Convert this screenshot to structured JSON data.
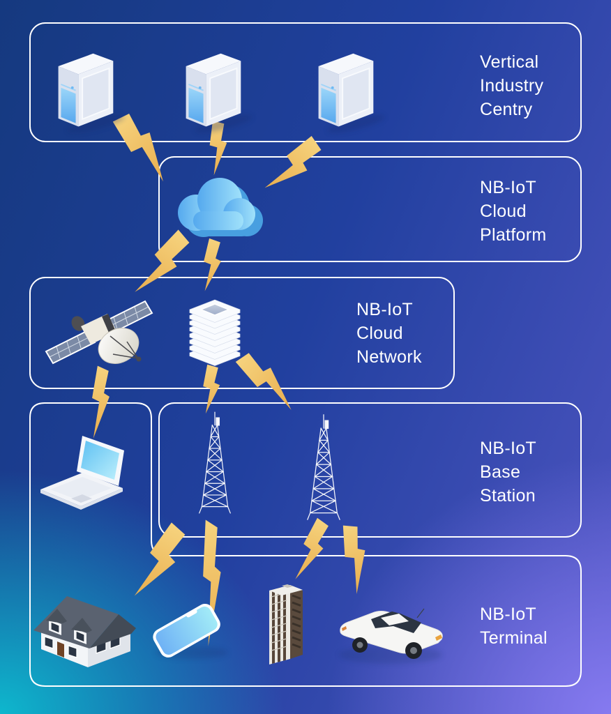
{
  "title": "NB-IoT network architecture diagram",
  "colors": {
    "box_border": "#ffffff",
    "label_text": "#ffffff",
    "lightning_bolt": "#f0c466",
    "bg_top_left": "#14377d",
    "bg_top_right": "#1e3f9c",
    "bg_bottom_left": "#10b3c9",
    "bg_bottom_right": "#7a75e3",
    "icon_blue": "#5fb1f0"
  },
  "layers": [
    {
      "name": "vertical-industry-centre",
      "label_lines": [
        "Vertical",
        "Industry",
        "Centry"
      ],
      "icons": [
        "server-tower",
        "server-tower",
        "server-tower"
      ]
    },
    {
      "name": "nbiot-cloud-platform",
      "label_lines": [
        "NB-IoT",
        "Cloud",
        "Platform"
      ],
      "icons": [
        "cloud"
      ]
    },
    {
      "name": "nbiot-cloud-network",
      "label_lines": [
        "NB-IoT",
        "Cloud",
        "Network"
      ],
      "icons": [
        "satellite",
        "server-stack"
      ]
    },
    {
      "name": "nbiot-base-station",
      "label_lines": [
        "NB-IoT",
        "Base",
        "Station"
      ],
      "icons": [
        "laptop",
        "cell-tower",
        "cell-tower"
      ]
    },
    {
      "name": "nbiot-terminal",
      "label_lines": [
        "NB-IoT",
        "Terminal"
      ],
      "icons": [
        "house",
        "smartphone",
        "office-building",
        "car"
      ]
    }
  ],
  "connections": [
    {
      "from": "server-tower-1",
      "to": "cloud"
    },
    {
      "from": "server-tower-2",
      "to": "cloud"
    },
    {
      "from": "server-tower-3",
      "to": "cloud"
    },
    {
      "from": "cloud",
      "to": "satellite"
    },
    {
      "from": "cloud",
      "to": "server-stack"
    },
    {
      "from": "satellite",
      "to": "laptop"
    },
    {
      "from": "server-stack",
      "to": "cell-tower-1"
    },
    {
      "from": "server-stack",
      "to": "cell-tower-2"
    },
    {
      "from": "cell-tower-1",
      "to": "house"
    },
    {
      "from": "cell-tower-1",
      "to": "smartphone"
    },
    {
      "from": "cell-tower-2",
      "to": "office-building"
    },
    {
      "from": "cell-tower-2",
      "to": "car"
    }
  ]
}
